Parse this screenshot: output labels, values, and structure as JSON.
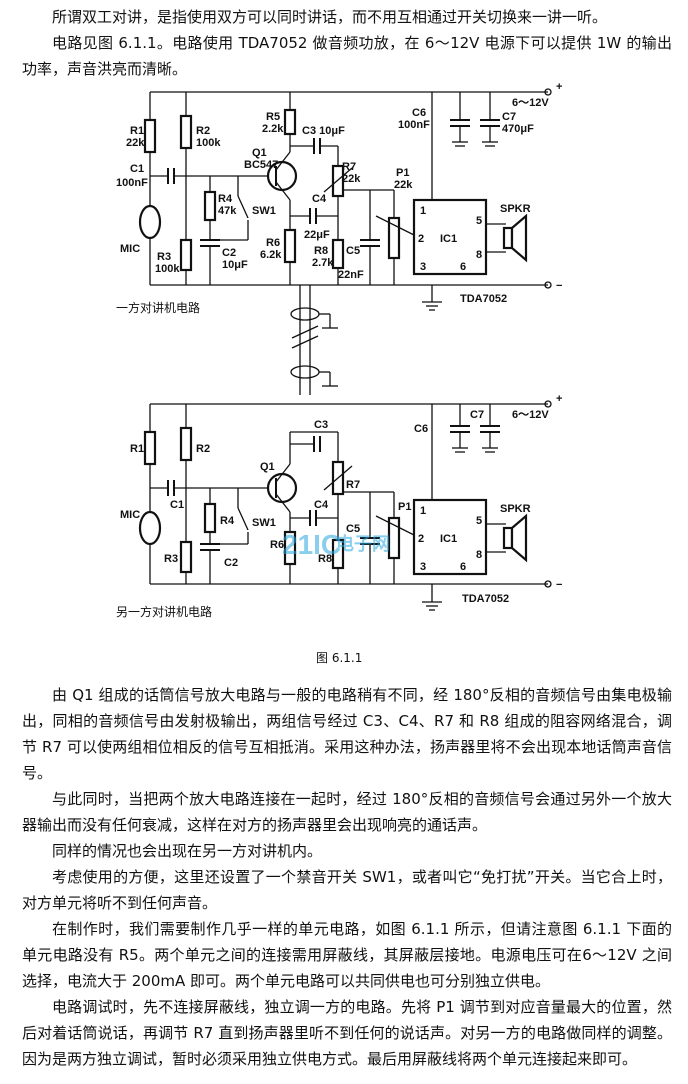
{
  "intro": {
    "p1": "所谓双工对讲，是指使用双方可以同时讲话，而不用互相通过开关切换来一讲一听。",
    "p2": "电路见图 6.1.1。电路使用 TDA7052 做音频功放，在 6～12V 电源下可以提供 1W 的输出功率，声音洪亮而清晰。"
  },
  "figure": {
    "caption": "图 6.1.1",
    "top_label": "一方对讲机电路",
    "bottom_label": "另一方对讲机电路",
    "supply": "6～12V",
    "ic_name": "IC1",
    "ic_part": "TDA7052",
    "speaker": "SPKR",
    "mic": "MIC",
    "switch": "SW1",
    "transistor": "Q1",
    "transistor_part": "BC547",
    "pins": [
      "1",
      "2",
      "3",
      "5",
      "6",
      "8"
    ],
    "top_components": {
      "R1": "R1",
      "R1v": "22k",
      "R2": "R2",
      "R2v": "100k",
      "R3": "R3",
      "R3v": "100k",
      "R4": "R4",
      "R4v": "47k",
      "R5": "R5",
      "R5v": "2.2k",
      "R6": "R6",
      "R6v": "6.2k",
      "R7": "R7",
      "R7v": "22k",
      "R8": "R8",
      "R8v": "2.7k",
      "C1": "C1",
      "C1v": "100nF",
      "C2": "C2",
      "C2v": "10μF",
      "C3": "C3 10μF",
      "C4": "C4",
      "C4v": "22μF",
      "C5": "C5",
      "C5v": "22nF",
      "C6": "C6",
      "C6v": "100nF",
      "C7": "C7",
      "C7v": "470μF",
      "P1": "P1",
      "P1v": "22k"
    },
    "bottom_components": [
      "R1",
      "R2",
      "R3",
      "R4",
      "R6",
      "R7",
      "R8",
      "C1",
      "C2",
      "C3",
      "C4",
      "C5",
      "C6",
      "C7",
      "P1"
    ],
    "watermark_main": "21IC",
    "watermark_cn": "电子网"
  },
  "body": {
    "p3": "由 Q1 组成的话筒信号放大电路与一般的电路稍有不同，经 180°反相的音频信号由集电极输出，同相的音频信号由发射极输出，两组信号经过 C3、C4、R7 和 R8 组成的阻容网络混合，调节 R7 可以使两组相位相反的信号互相抵消。采用这种办法，扬声器里将不会出现本地话筒声音信号。",
    "p4": "与此同时，当把两个放大电路连接在一起时，经过 180°反相的音频信号会通过另外一个放大器输出而没有任何衰减，这样在对方的扬声器里会出现响亮的通话声。",
    "p5": "同样的情况也会出现在另一方对讲机内。",
    "p6": "考虑使用的方便，这里还设置了一个禁音开关 SW1，或者叫它“免打扰”开关。当它合上时，对方单元将听不到任何声音。",
    "p7": "在制作时，我们需要制作几乎一样的单元电路，如图 6.1.1 所示，但请注意图 6.1.1 下面的单元电路没有 R5。两个单元之间的连接需用屏蔽线，其屏蔽层接地。电源电压可在6～12V 之间选择，电流大于 200mA 即可。两个单元电路可以共同供电也可分别独立供电。",
    "p8": "电路调试时，先不连接屏蔽线，独立调一方的电路。先将 P1 调节到对应音量最大的位置，然后对着话筒说话，再调节 R7 直到扬声器里听不到任何的说话声。对另一方的电路做同样的调整。因为是两方独立调试，暂时必须采用独立供电方式。最后用屏蔽线将两个单元连接起来即可。"
  }
}
